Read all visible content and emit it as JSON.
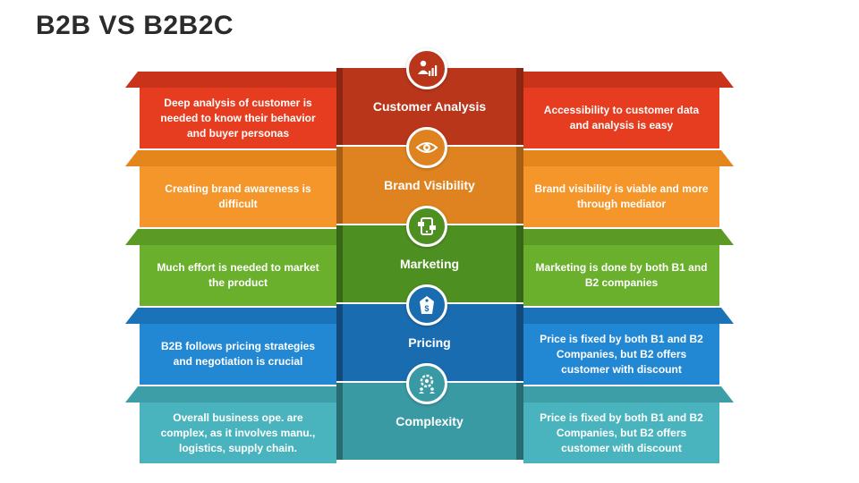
{
  "title": "B2B VS B2B2C",
  "rows": [
    {
      "label": "Customer Analysis",
      "left": "Deep analysis of customer is needed to know their behavior and buyer personas",
      "right": "Accessibility to customer data and analysis is easy",
      "icon": "customer-analysis-icon",
      "colors": {
        "tab": "#c8331a",
        "box": "#e63c1f",
        "center": "#b9361b",
        "fold": "#8a2612"
      }
    },
    {
      "label": "Brand Visibility",
      "left": "Creating brand awareness is difficult",
      "right": "Brand visibility is viable and more through mediator",
      "icon": "eye-icon",
      "colors": {
        "tab": "#e4861c",
        "box": "#f5962a",
        "center": "#df8320",
        "fold": "#a65e14"
      }
    },
    {
      "label": "Marketing",
      "left": "Much effort is needed to market the product",
      "right": "Marketing is done by both B1 and B2 companies",
      "icon": "marketing-icon",
      "colors": {
        "tab": "#5a9a25",
        "box": "#6bb02d",
        "center": "#4e8f22",
        "fold": "#376617"
      }
    },
    {
      "label": "Pricing",
      "left": "B2B follows pricing strategies and negotiation is crucial",
      "right": "Price is fixed by both B1 and B2 Companies, but B2 offers customer with discount",
      "icon": "price-tag-icon",
      "colors": {
        "tab": "#1a73b8",
        "box": "#2288d4",
        "center": "#1a6cb0",
        "fold": "#114a7a"
      }
    },
    {
      "label": "Complexity",
      "left": "Overall business ope. are complex, as it involves manu., logistics, supply chain.",
      "right": "Price is fixed by both B1 and B2 Companies, but B2 offers customer with discount",
      "icon": "gear-people-icon",
      "colors": {
        "tab": "#3e9ea8",
        "box": "#4ab4be",
        "center": "#3a9aa4",
        "fold": "#276c73"
      }
    }
  ]
}
